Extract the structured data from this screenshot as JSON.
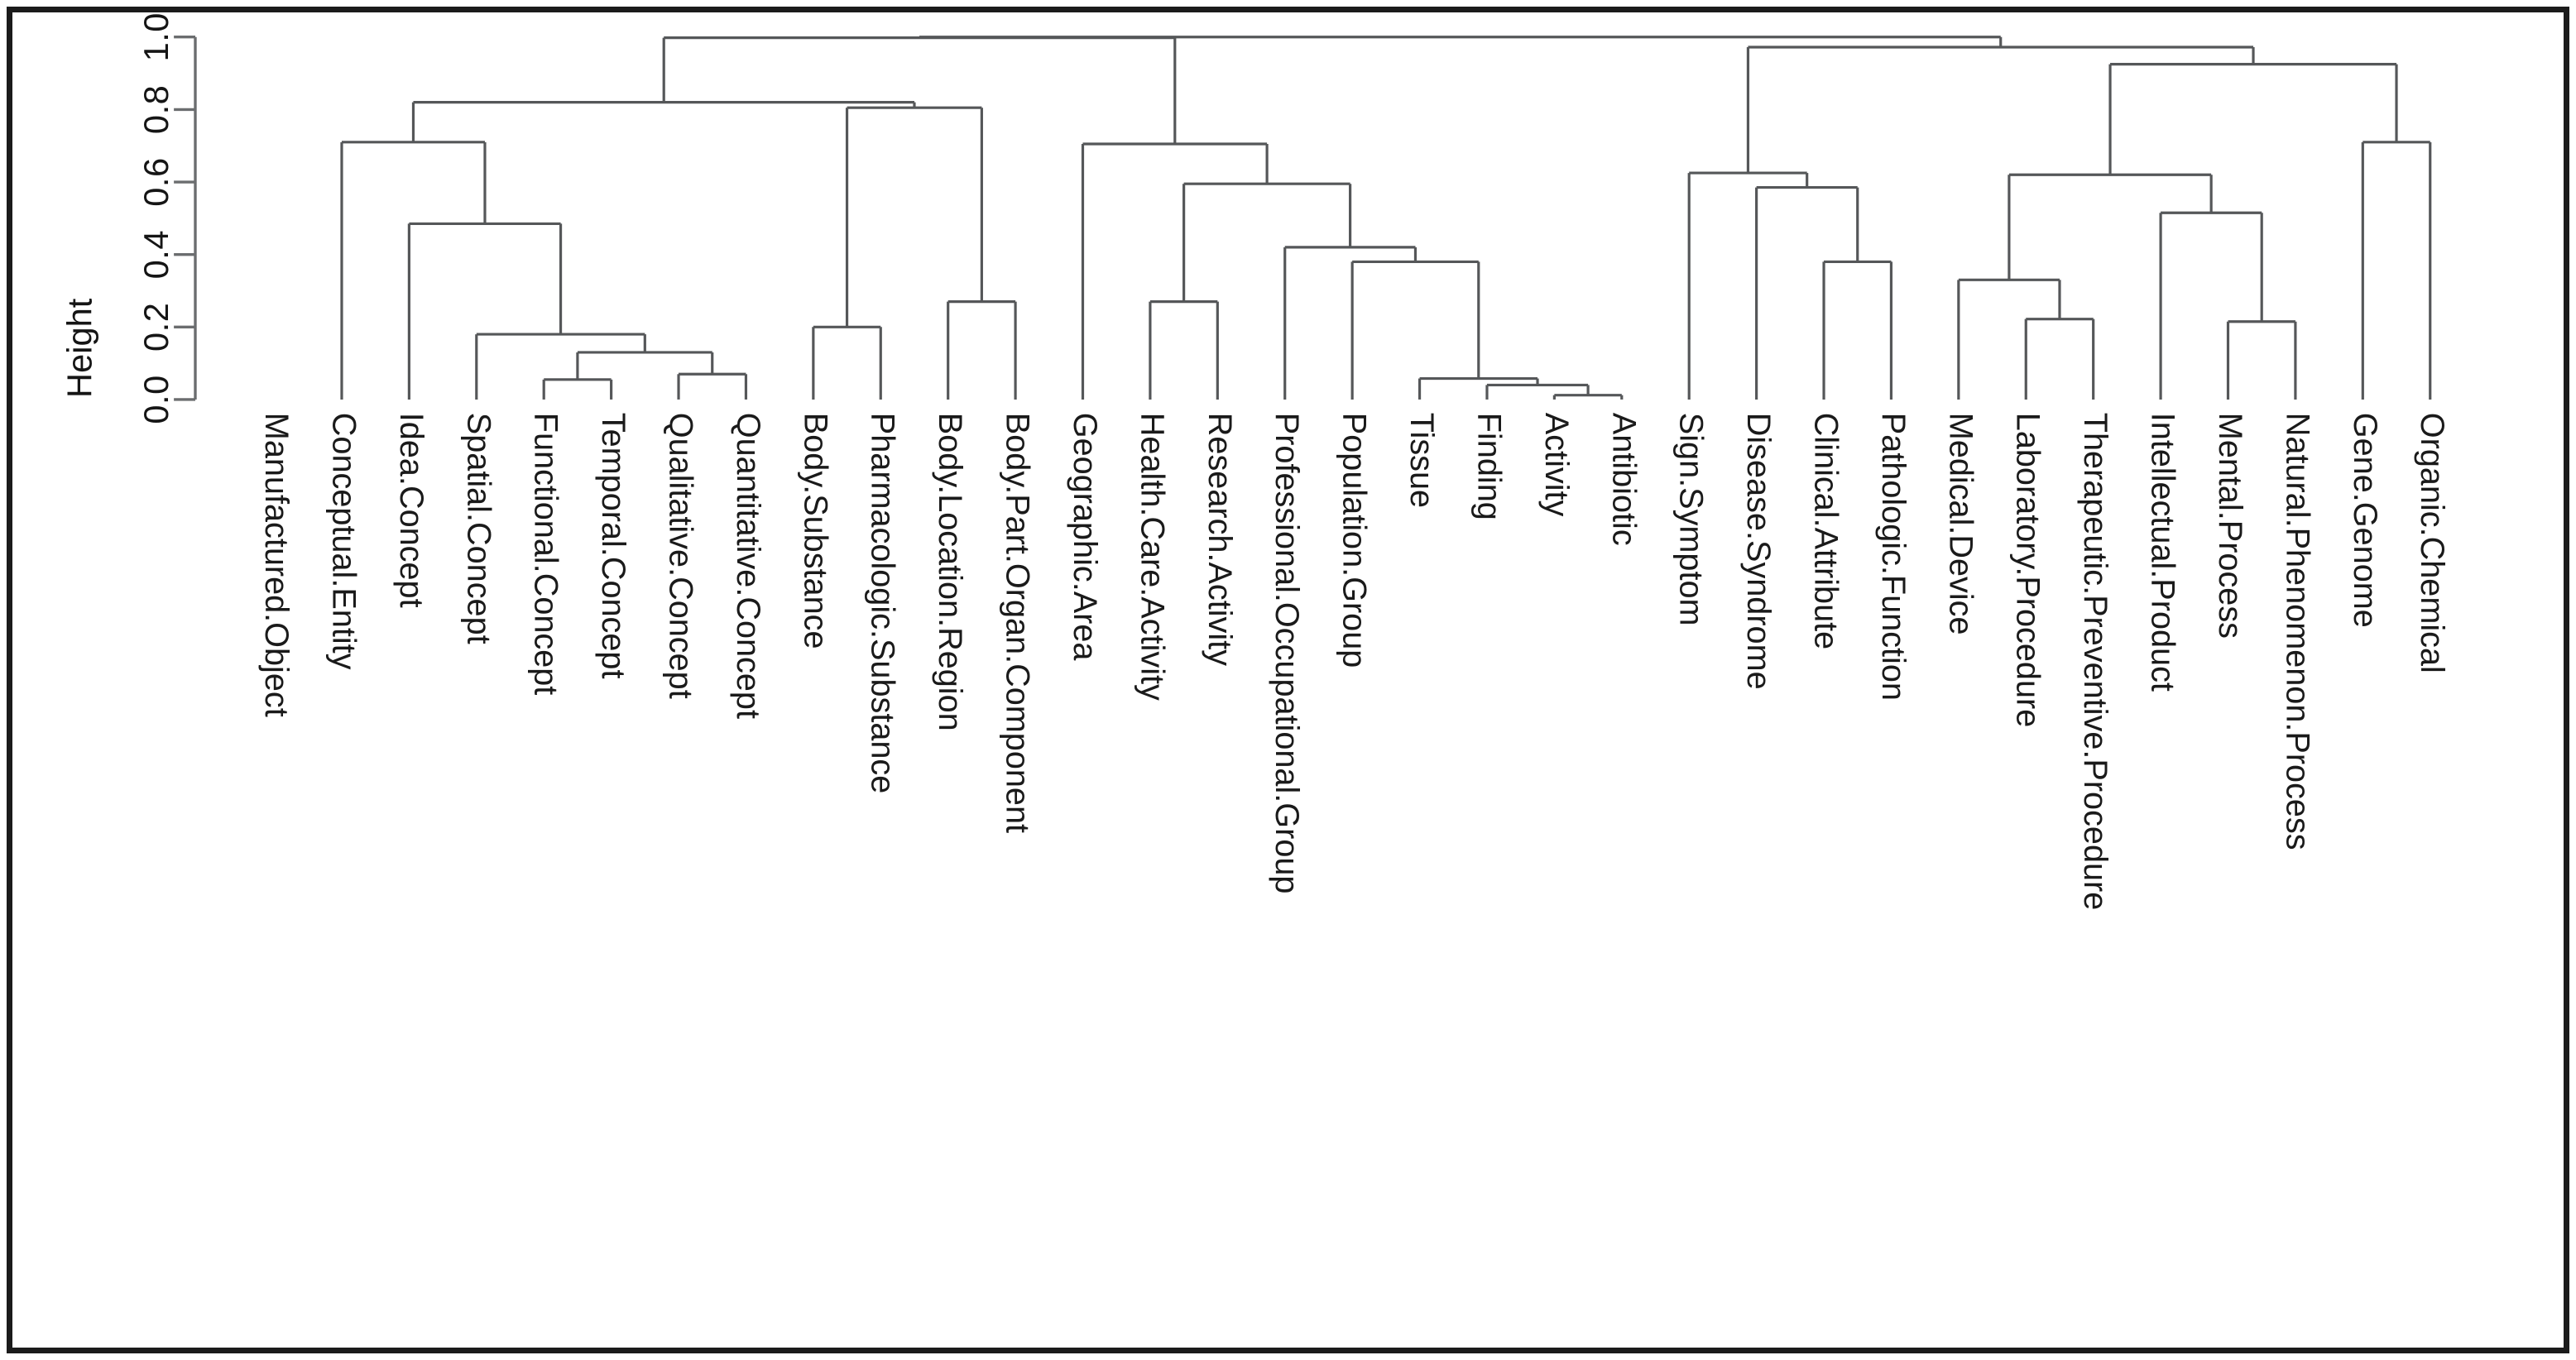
{
  "figure": {
    "background_color": "#ffffff",
    "frame_color": "#1b1b1b",
    "line_color": "#555759",
    "text_color": "#151515"
  },
  "chart_data": {
    "type": "dendrogram",
    "title": "",
    "xlabel": "",
    "ylabel": "Height",
    "ylim": [
      0.0,
      1.0
    ],
    "grid": false,
    "legend": "none",
    "orientation": "vertical",
    "y_ticks": [
      "0.0",
      "0.2",
      "0.4",
      "0.6",
      "0.8",
      "1.0"
    ],
    "y_tick_values": [
      0.0,
      0.2,
      0.4,
      0.6,
      0.8,
      1.0
    ],
    "leaves": [
      "Manufactured.Object",
      "Conceptual.Entity",
      "Idea.Concept",
      "Spatial.Concept",
      "Functional.Concept",
      "Temporal.Concept",
      "Qualitative.Concept",
      "Quantitative.Concept",
      "Body.Substance",
      "Pharmacologic.Substance",
      "Body.Location.Region",
      "Body.Part.Organ.Component",
      "Geographic.Area",
      "Health.Care.Activity",
      "Research.Activity",
      "Professional.Occupational.Group",
      "Population.Group",
      "Tissue",
      "Finding",
      "Activity",
      "Antibiotic",
      "Sign.Symptom",
      "Disease.Syndrome",
      "Clinical.Attribute",
      "Pathologic.Function",
      "Medical.Device",
      "Laboratory.Procedure",
      "Therapeutic.Preventive.Procedure",
      "Intellectual.Product",
      "Mental.Process",
      "Natural.Phenomenon.Process",
      "Gene.Genome",
      "Organic.Chemical"
    ],
    "merges": [
      {
        "id": "m1",
        "left": "Functional.Concept",
        "right": "Temporal.Concept",
        "height": 0.055
      },
      {
        "id": "m2",
        "left": "Qualitative.Concept",
        "right": "Quantitative.Concept",
        "height": 0.07
      },
      {
        "id": "m3",
        "left": "m1",
        "right": "m2",
        "height": 0.13
      },
      {
        "id": "m4",
        "left": "Spatial.Concept",
        "right": "m3",
        "height": 0.18
      },
      {
        "id": "m5",
        "left": "Idea.Concept",
        "right": "m4",
        "height": 0.485
      },
      {
        "id": "m6",
        "left": "Conceptual.Entity",
        "right": "m5",
        "height": 0.71
      },
      {
        "id": "m7",
        "left": "Body.Substance",
        "right": "Pharmacologic.Substance",
        "height": 0.2
      },
      {
        "id": "m8",
        "left": "Body.Location.Region",
        "right": "Body.Part.Organ.Component",
        "height": 0.27
      },
      {
        "id": "m9",
        "left": "m7",
        "right": "m8",
        "height": 0.805
      },
      {
        "id": "m10",
        "left": "m6",
        "right": "m9",
        "height": 0.82
      },
      {
        "id": "m11",
        "left": "Health.Care.Activity",
        "right": "Research.Activity",
        "height": 0.27
      },
      {
        "id": "m12",
        "left": "Activity",
        "right": "Antibiotic",
        "height": 0.012
      },
      {
        "id": "m13",
        "left": "Finding",
        "right": "m12",
        "height": 0.04
      },
      {
        "id": "m14",
        "left": "Tissue",
        "right": "m13",
        "height": 0.058
      },
      {
        "id": "m15",
        "left": "Population.Group",
        "right": "m14",
        "height": 0.38
      },
      {
        "id": "m16",
        "left": "Professional.Occupational.Group",
        "right": "m15",
        "height": 0.42
      },
      {
        "id": "m17",
        "left": "m11",
        "right": "m16",
        "height": 0.595
      },
      {
        "id": "m18",
        "left": "Geographic.Area",
        "right": "m17",
        "height": 0.705
      },
      {
        "id": "m19",
        "left": "m10",
        "right": "m18",
        "height": 0.998
      },
      {
        "id": "m20",
        "left": "Clinical.Attribute",
        "right": "Pathologic.Function",
        "height": 0.38
      },
      {
        "id": "m21",
        "left": "Disease.Syndrome",
        "right": "m20",
        "height": 0.585
      },
      {
        "id": "m22",
        "left": "Sign.Symptom",
        "right": "m21",
        "height": 0.625
      },
      {
        "id": "m23",
        "left": "Laboratory.Procedure",
        "right": "Therapeutic.Preventive.Procedure",
        "height": 0.222
      },
      {
        "id": "m24",
        "left": "Medical.Device",
        "right": "m23",
        "height": 0.33
      },
      {
        "id": "m25",
        "left": "Mental.Process",
        "right": "Natural.Phenomenon.Process",
        "height": 0.215
      },
      {
        "id": "m26",
        "left": "Intellectual.Product",
        "right": "m25",
        "height": 0.515
      },
      {
        "id": "m27",
        "left": "m24",
        "right": "m26",
        "height": 0.62
      },
      {
        "id": "m28",
        "left": "Gene.Genome",
        "right": "Organic.Chemical",
        "height": 0.71
      },
      {
        "id": "m29",
        "left": "m27",
        "right": "m28",
        "height": 0.925
      },
      {
        "id": "m30",
        "left": "m22",
        "right": "m29",
        "height": 0.972
      },
      {
        "id": "m31",
        "left": "m19",
        "right": "m30",
        "height": 1.0
      }
    ],
    "root": "m31"
  }
}
